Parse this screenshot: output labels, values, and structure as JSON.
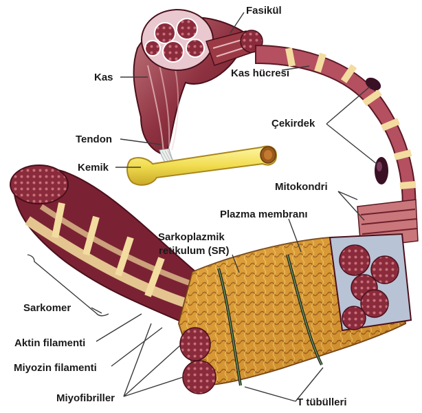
{
  "labels": {
    "fasikul": "Fasikül",
    "kas": "Kas",
    "kas_hucresi": "Kas hücresi",
    "cekirdek": "Çekirdek",
    "tendon": "Tendon",
    "kemik": "Kemik",
    "mitokondri": "Mitokondri",
    "plazma_membrani": "Plazma membranı",
    "sarkoplazmik_1": "Sarkoplazmik",
    "sarkoplazmik_2": "retikulum (SR)",
    "sarkomer": "Sarkomer",
    "aktin": "Aktin filamenti",
    "miyozin": "Miyozin filamenti",
    "miyofibriller": "Miyofibriller",
    "t_tubulleri": "T tübülleri"
  },
  "colors": {
    "muscle_dark": "#6e1f2c",
    "muscle_mid": "#9b3a45",
    "muscle_light": "#c9777b",
    "cream_band": "#f3dca0",
    "bone": "#f4e25a",
    "sr_orange": "#e0a13a",
    "nucleus": "#3a1024",
    "leader_line": "#3a3a3a"
  }
}
